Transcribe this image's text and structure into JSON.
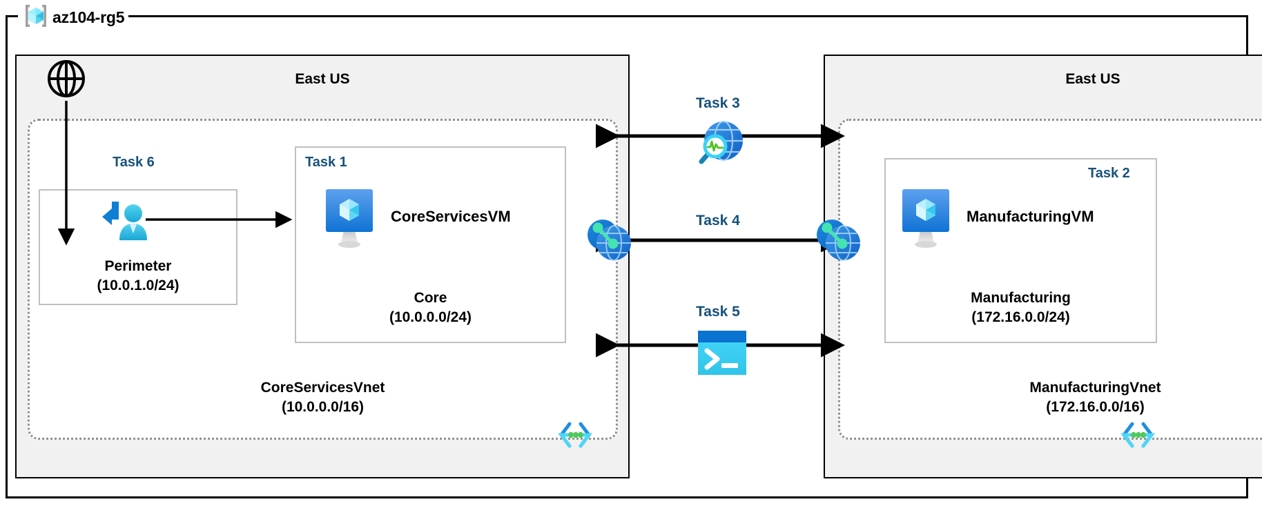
{
  "resource_group": {
    "name": "az104-rg5",
    "icon": "azure-resource-group-icon"
  },
  "regions": [
    {
      "id": "left",
      "label": "East US"
    },
    {
      "id": "right",
      "label": "East US"
    }
  ],
  "vnets": [
    {
      "id": "core",
      "name": "CoreServicesVnet",
      "cidr": "(10.0.0.0/16)",
      "subnet_icon": "subnet-code-icon"
    },
    {
      "id": "manufacturing",
      "name": "ManufacturingVnet",
      "cidr": "(172.16.0.0/16)",
      "subnet_icon": "subnet-code-icon"
    }
  ],
  "subnets": [
    {
      "id": "perimeter",
      "name": "Perimeter",
      "cidr": "(10.0.1.0/24)",
      "task": "Task 6",
      "icon": "bastion-user-icon"
    },
    {
      "id": "core",
      "name": "Core",
      "cidr": "(10.0.0.0/24)",
      "task": "Task 1",
      "icon": "virtual-machine-icon"
    },
    {
      "id": "manufacturing",
      "name": "Manufacturing",
      "cidr": "(172.16.0.0/24)",
      "task": "Task 2",
      "icon": "virtual-machine-icon"
    }
  ],
  "vms": [
    {
      "id": "coreservicesvm",
      "name": "CoreServicesVM"
    },
    {
      "id": "manufacturingvm",
      "name": "ManufacturingVM"
    }
  ],
  "connections": [
    {
      "id": "task3",
      "task": "Task 3",
      "icon": "network-watcher-icon",
      "direction": "bidirectional"
    },
    {
      "id": "task4",
      "task": "Task 4",
      "icon": "vnet-peering-icon",
      "direction": "bidirectional"
    },
    {
      "id": "task5",
      "task": "Task 5",
      "icon": "cloud-shell-icon",
      "direction": "bidirectional"
    }
  ],
  "internet": {
    "icon": "globe-icon"
  },
  "peering_icons": [
    {
      "id": "core-peering",
      "icon": "vnet-peering-icon"
    },
    {
      "id": "manufacturing-peering",
      "icon": "vnet-peering-icon"
    }
  ],
  "colors": {
    "task_label": "#17517a",
    "region_fill": "#f1f1f1",
    "vnet_border": "#909090",
    "subnet_border": "#bfbfbf",
    "azure_blue": "#0078d4",
    "azure_cyan": "#50e6ff",
    "connector": "#000000",
    "accent_green": "#4ec85c"
  }
}
